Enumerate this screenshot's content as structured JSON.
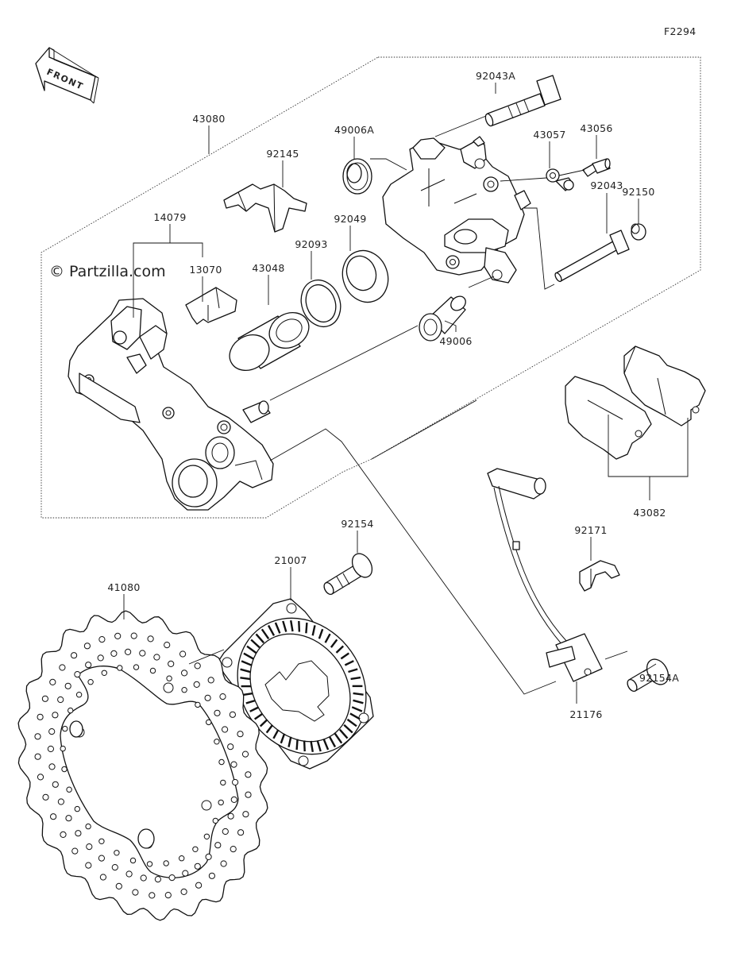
{
  "figure_code": "F2294",
  "front_label": "FRONT",
  "watermark": "© Partzilla.com",
  "parts": [
    {
      "number": "92043A",
      "name": "bolt"
    },
    {
      "number": "49006A",
      "name": "boot"
    },
    {
      "number": "43057",
      "name": "bleeder-cap"
    },
    {
      "number": "43056",
      "name": "bleeder-valve"
    },
    {
      "number": "43080",
      "name": "caliper-assembly"
    },
    {
      "number": "92145",
      "name": "pad-spring"
    },
    {
      "number": "92150",
      "name": "cap"
    },
    {
      "number": "92043",
      "name": "pin"
    },
    {
      "number": "14079",
      "name": "bracket"
    },
    {
      "number": "92049",
      "name": "dust-seal"
    },
    {
      "number": "92093",
      "name": "piston-seal"
    },
    {
      "number": "13070",
      "name": "pad-clip"
    },
    {
      "number": "43048",
      "name": "piston"
    },
    {
      "number": "49006",
      "name": "boot"
    },
    {
      "number": "43082",
      "name": "brake-pads"
    },
    {
      "number": "92154",
      "name": "bolt"
    },
    {
      "number": "92171",
      "name": "clamp"
    },
    {
      "number": "21007",
      "name": "abs-rotor"
    },
    {
      "number": "41080",
      "name": "brake-disc"
    },
    {
      "number": "92154A",
      "name": "bolt"
    },
    {
      "number": "21176",
      "name": "abs-sensor"
    }
  ]
}
